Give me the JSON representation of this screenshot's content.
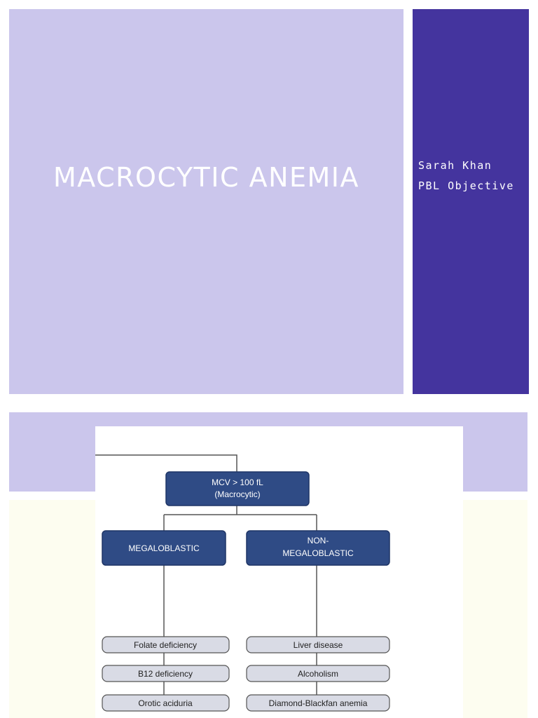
{
  "slide1": {
    "title": "MACROCYTIC ANEMIA",
    "author": "Sarah Khan",
    "subtitle": "PBL Objective"
  },
  "diagram": {
    "root": {
      "line1": "MCV > 100 fL",
      "line2": "(Macrocytic)"
    },
    "left_category": "MEGALOBLASTIC",
    "right_category": {
      "line1": "NON-",
      "line2": "MEGALOBLASTIC"
    },
    "left_causes": [
      "Folate deficiency",
      "B12 deficiency",
      "Orotic aciduria"
    ],
    "right_causes": [
      "Liver disease",
      "Alcoholism",
      "Diamond-Blackfan anemia"
    ]
  },
  "colors": {
    "slide_light": "#cbc6ec",
    "slide_dark": "#44349e",
    "node_fill": "#2f4b85",
    "pill_fill": "#d9dbe5"
  }
}
